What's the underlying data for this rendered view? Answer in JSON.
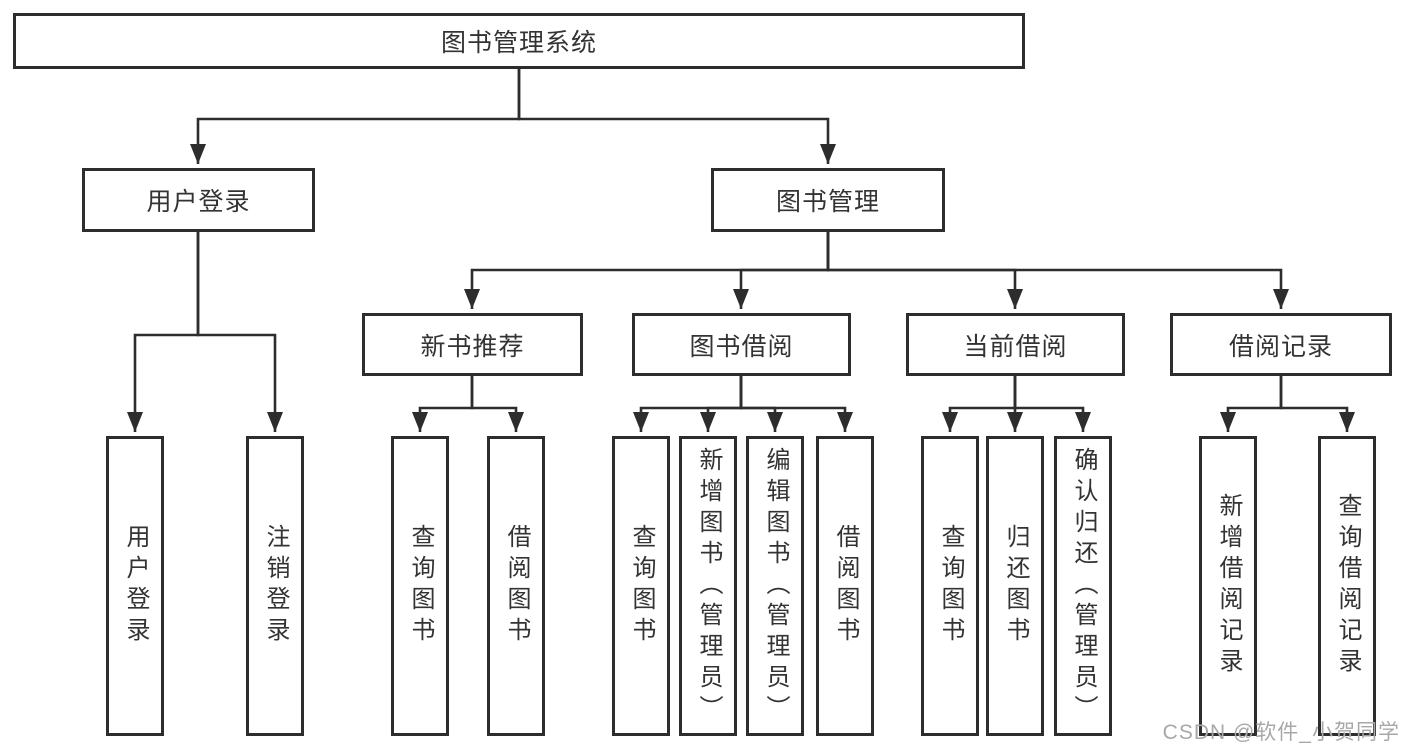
{
  "diagram": {
    "root": {
      "label": "图书管理系统"
    },
    "branches": [
      {
        "label": "用户登录",
        "children": [
          {
            "label": "用户登录"
          },
          {
            "label": "注销登录"
          }
        ]
      },
      {
        "label": "图书管理",
        "children": [
          {
            "label": "新书推荐",
            "children": [
              {
                "label": "查询图书"
              },
              {
                "label": "借阅图书"
              }
            ]
          },
          {
            "label": "图书借阅",
            "children": [
              {
                "label": "查询图书"
              },
              {
                "label": "新增图书（管理员）"
              },
              {
                "label": "编辑图书（管理员）"
              },
              {
                "label": "借阅图书"
              }
            ]
          },
          {
            "label": "当前借阅",
            "children": [
              {
                "label": "查询图书"
              },
              {
                "label": "归还图书"
              },
              {
                "label": "确认归还（管理员）"
              }
            ]
          },
          {
            "label": "借阅记录",
            "children": [
              {
                "label": "新增借阅记录"
              },
              {
                "label": "查询借阅记录"
              }
            ]
          }
        ]
      }
    ],
    "watermark": "CSDN @软件_小贺同学",
    "colors": {
      "line": "#2d2d2d",
      "text": "#333333",
      "background": "#ffffff",
      "watermark": "#a8a8a8"
    }
  }
}
